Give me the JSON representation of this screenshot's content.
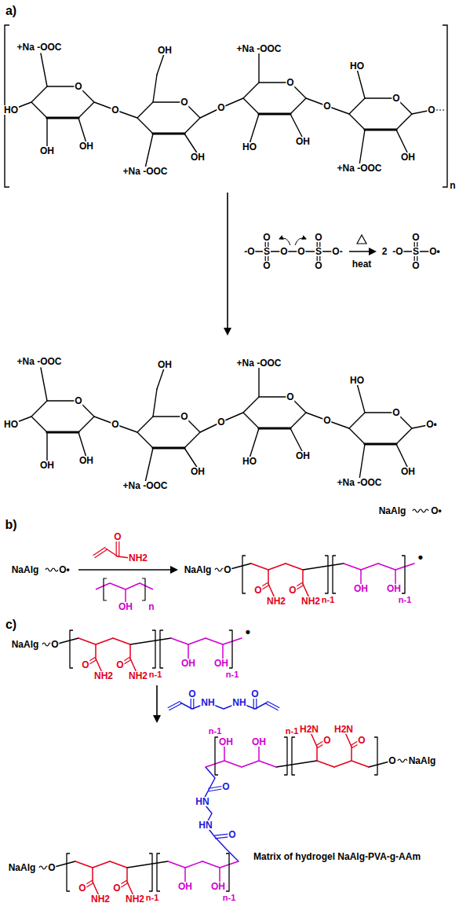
{
  "diagram": {
    "labels": [
      "a)",
      "+Na -OOC",
      "HO",
      "O",
      "OH",
      "OH",
      "O",
      "OH",
      "O",
      "+Na -OOC",
      "OH",
      "O",
      "+Na -OOC",
      "O",
      "HO",
      "OH",
      "O",
      "HO",
      "O",
      "+Na -OOC",
      "OH",
      "O",
      "n",
      "-O",
      "O",
      "S",
      "O",
      "O",
      "O",
      "O",
      "S",
      "O",
      "O-",
      "heat",
      "2",
      "-O",
      "O",
      "S",
      "O",
      "O•",
      "+Na -OOC",
      "HO",
      "O",
      "OH",
      "OH",
      "O",
      "OH",
      "O",
      "+Na -OOC",
      "OH",
      "O",
      "+Na -OOC",
      "O",
      "HO",
      "OH",
      "O",
      "HO",
      "O",
      "+Na -OOC",
      "OH",
      "O•",
      "NaAlg",
      "O•",
      "b)",
      "NaAlg",
      "O•",
      "O",
      "NH2",
      "OH",
      "n",
      "NaAlg",
      "O",
      "O",
      "NH2",
      "O",
      "NH2",
      "n-1",
      "OH",
      "OH",
      "n-1",
      "•",
      "c)",
      "NaAlg",
      "O",
      "O",
      "NH2",
      "O",
      "NH2",
      "n-1",
      "OH",
      "OH",
      "n-1",
      "•",
      "O",
      "NH",
      "NH",
      "O",
      "n-1",
      "n-1",
      "OH",
      "OH",
      "H2N",
      "O",
      "H2N",
      "O",
      "O",
      "NaAlg",
      "O",
      "HN",
      "HN",
      "O",
      "NaAlg",
      "O",
      "O",
      "NH2",
      "O",
      "NH2",
      "n-1",
      "n-1",
      "OH",
      "OH",
      "Matrix of hydrogel NaAlg-PVA-g-AAm"
    ]
  }
}
